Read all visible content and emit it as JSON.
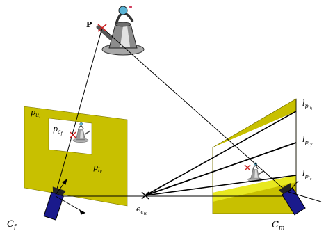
{
  "labels": {
    "P": "P",
    "p_ul": "p",
    "p_ul_sub": "u",
    "p_ul_subsub": "l",
    "p_cf": "p",
    "p_cf_sub": "c",
    "p_cf_subsub": "f",
    "p_lr": "p",
    "p_lr_sub": "l",
    "p_lr_subsub": "r",
    "l_pul": "l",
    "l_pul_sub": "p",
    "l_pul_subsub": "u",
    "l_pul_subsubsub": "l",
    "l_pcf": "l",
    "l_pcf_sub": "p",
    "l_pcf_subsub": "c",
    "l_pcf_subsubsub": "f",
    "l_plr": "l",
    "l_plr_sub": "p",
    "l_plr_subsub": "l",
    "l_plr_subsubsub": "r",
    "C_f": "C",
    "C_f_sub": "f",
    "C_m": "C",
    "C_m_sub": "m",
    "e_cm": "e",
    "e_cm_sub": "c",
    "e_cm_subsub": "m"
  },
  "colors": {
    "plane_fill": "#c8c000",
    "plane_light": "#e8e820",
    "camera_body": "#1a1a8c",
    "marker_red": "#cc2222",
    "line": "#000000"
  },
  "icons": {
    "object": "kettle-icon",
    "camera_f": "camera-icon",
    "camera_m": "camera-icon"
  }
}
